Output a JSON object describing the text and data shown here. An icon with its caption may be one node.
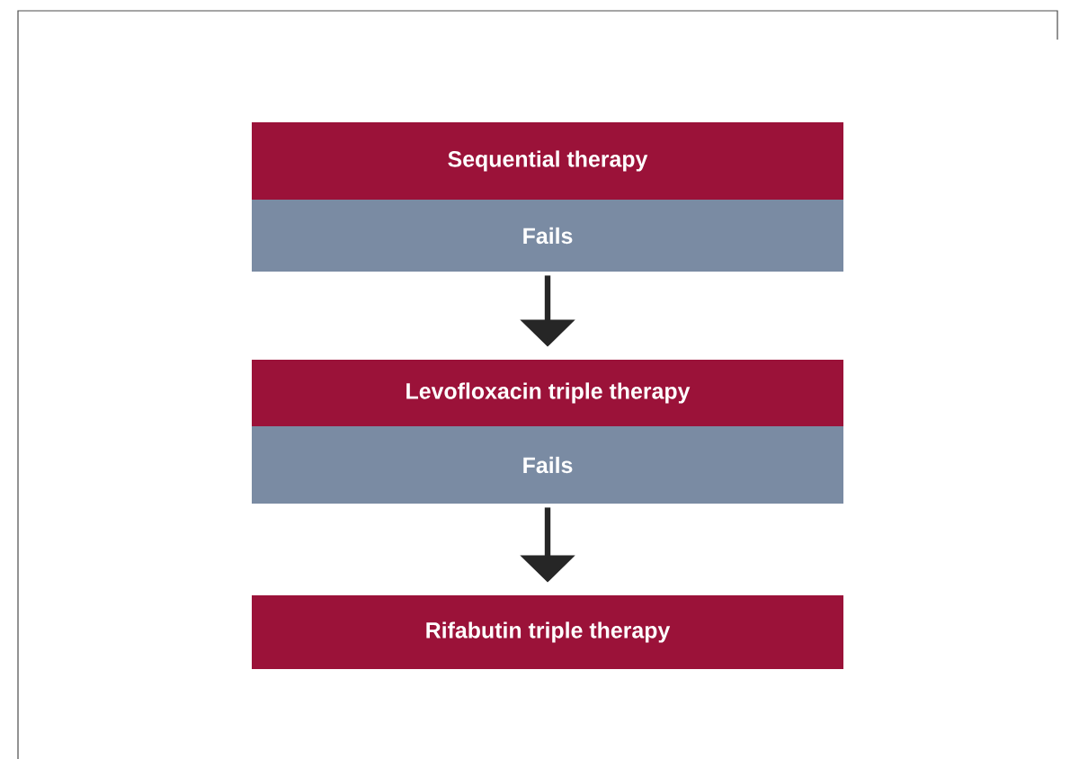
{
  "diagram": {
    "nodes": [
      {
        "text": [
          "Sequential therapy"
        ]
      },
      {
        "text": [
          "Fails"
        ]
      },
      {
        "text": [
          "Levofloxacin triple therapy"
        ]
      },
      {
        "text": [
          "Fails"
        ]
      },
      {
        "text": [
          "Rifabutin triple therapy"
        ]
      }
    ],
    "edges": [
      {
        "from": 1,
        "to": 2,
        "arrow": "to"
      },
      {
        "from": 3,
        "to": 4,
        "arrow": "to"
      }
    ]
  }
}
